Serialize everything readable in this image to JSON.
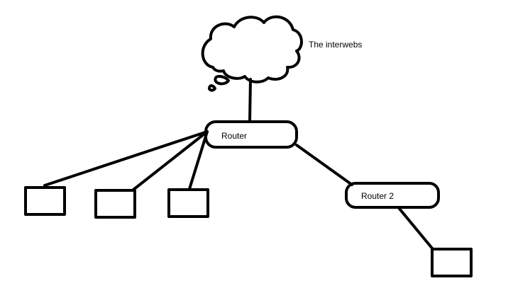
{
  "diagram": {
    "cloud_label": "The interwebs",
    "router_label": "Router",
    "router2_label": "Router 2"
  },
  "colors": {
    "ink": "#000000",
    "background": "#ffffff"
  }
}
